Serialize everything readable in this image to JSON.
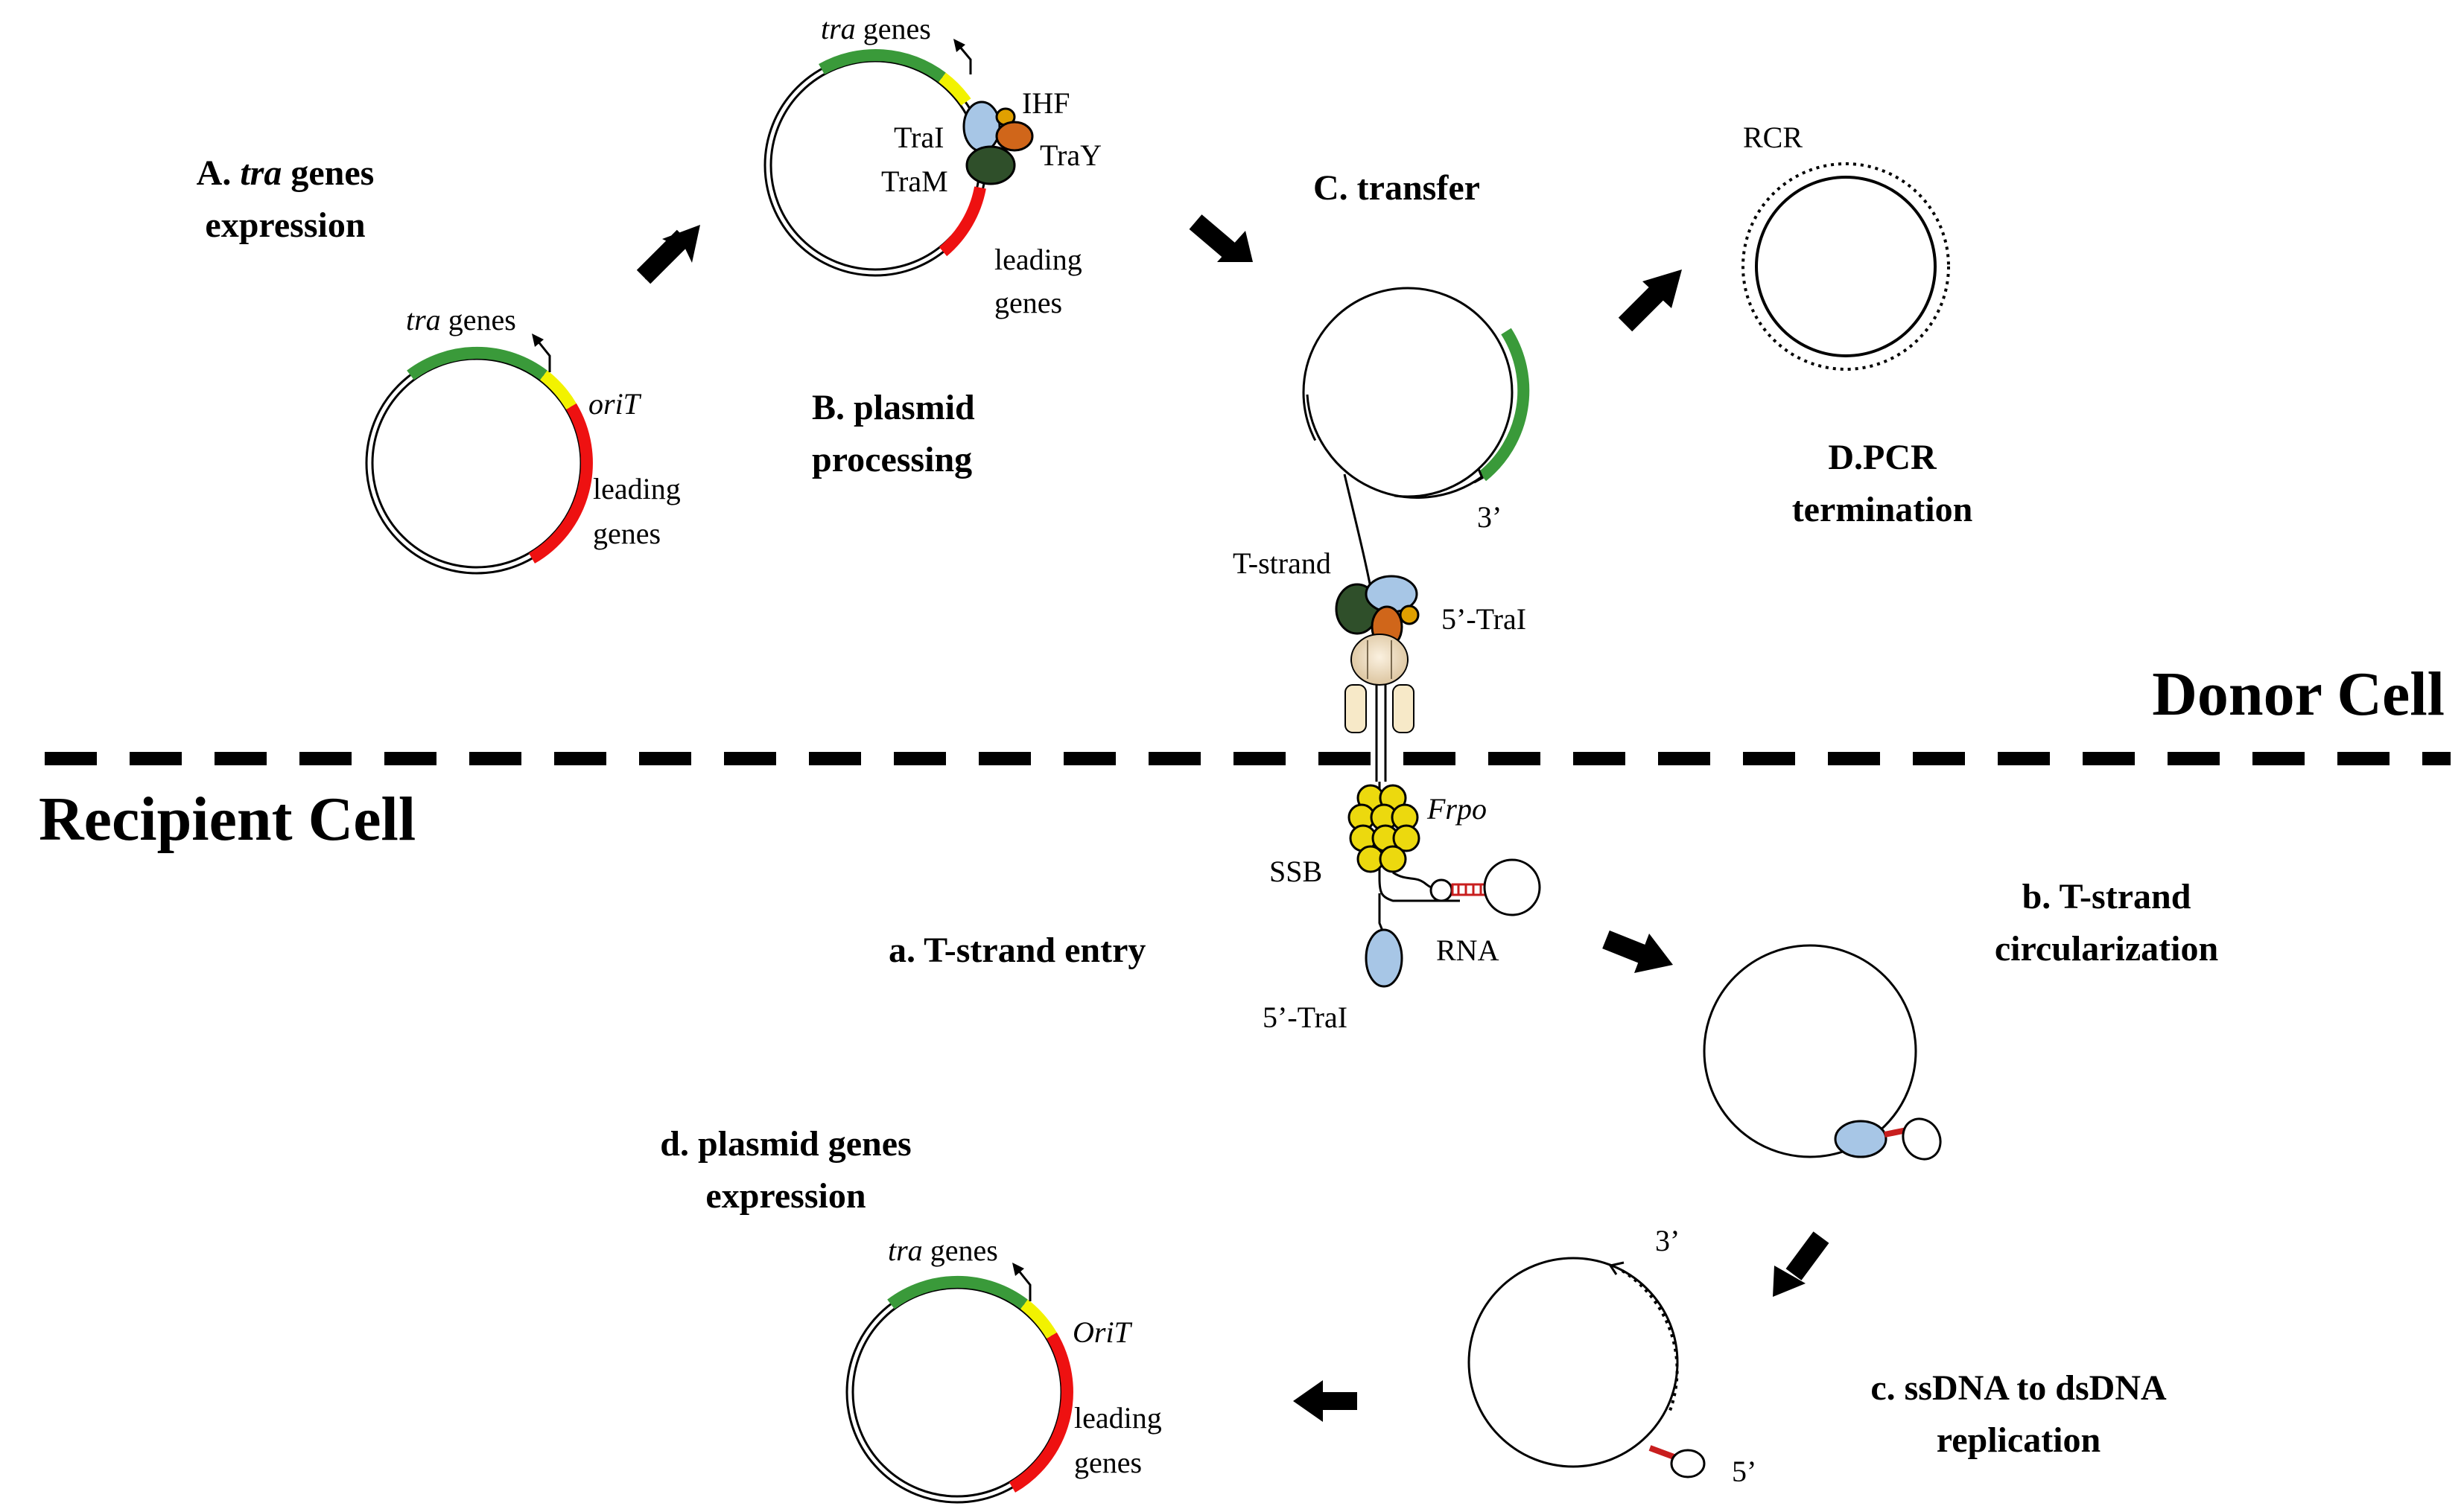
{
  "regions": {
    "donor": "Donor Cell",
    "recipient": "Recipient Cell"
  },
  "steps": {
    "A": {
      "prefix": "A. ",
      "italic": "tra",
      "rest": " genes",
      "line2": "expression"
    },
    "B": {
      "line1": "B. plasmid",
      "line2": "processing"
    },
    "C": {
      "line1": "C. transfer"
    },
    "D": {
      "line1": "D.PCR",
      "line2": "termination"
    },
    "a": {
      "line1": "a. T-strand entry"
    },
    "b": {
      "line1": "b. T-strand",
      "line2": "circularization"
    },
    "c": {
      "line1": "c. ssDNA to dsDNA",
      "line2": "replication"
    },
    "d": {
      "line1": "d. plasmid genes",
      "line2": "expression"
    }
  },
  "labels": {
    "tra_italic": "tra",
    "genes_word": " genes",
    "oriT": "oriT",
    "OriT": "OriT",
    "leading": "leading",
    "genes": "genes",
    "TraI": "TraI",
    "TraM": "TraM",
    "IHF": "IHF",
    "TraY": "TraY",
    "RCR": "RCR",
    "three_prime": "3’",
    "five_prime": "5’",
    "T_strand": "T-strand",
    "five_TraI": "5’-TraI",
    "Frpo": "Frpo",
    "SSB": "SSB",
    "RNA": "RNA"
  },
  "colors": {
    "tra_genes": "#3a9a3a",
    "oriT": "#f2f200",
    "leading_genes": "#ee1111",
    "TraI": "#a7c6e6",
    "TraM": "#2f4f2a",
    "IHF": "#e0a000",
    "TraY": "#d0661a",
    "SSB": "#ecd90e",
    "hairpin": "#c81e1e"
  }
}
